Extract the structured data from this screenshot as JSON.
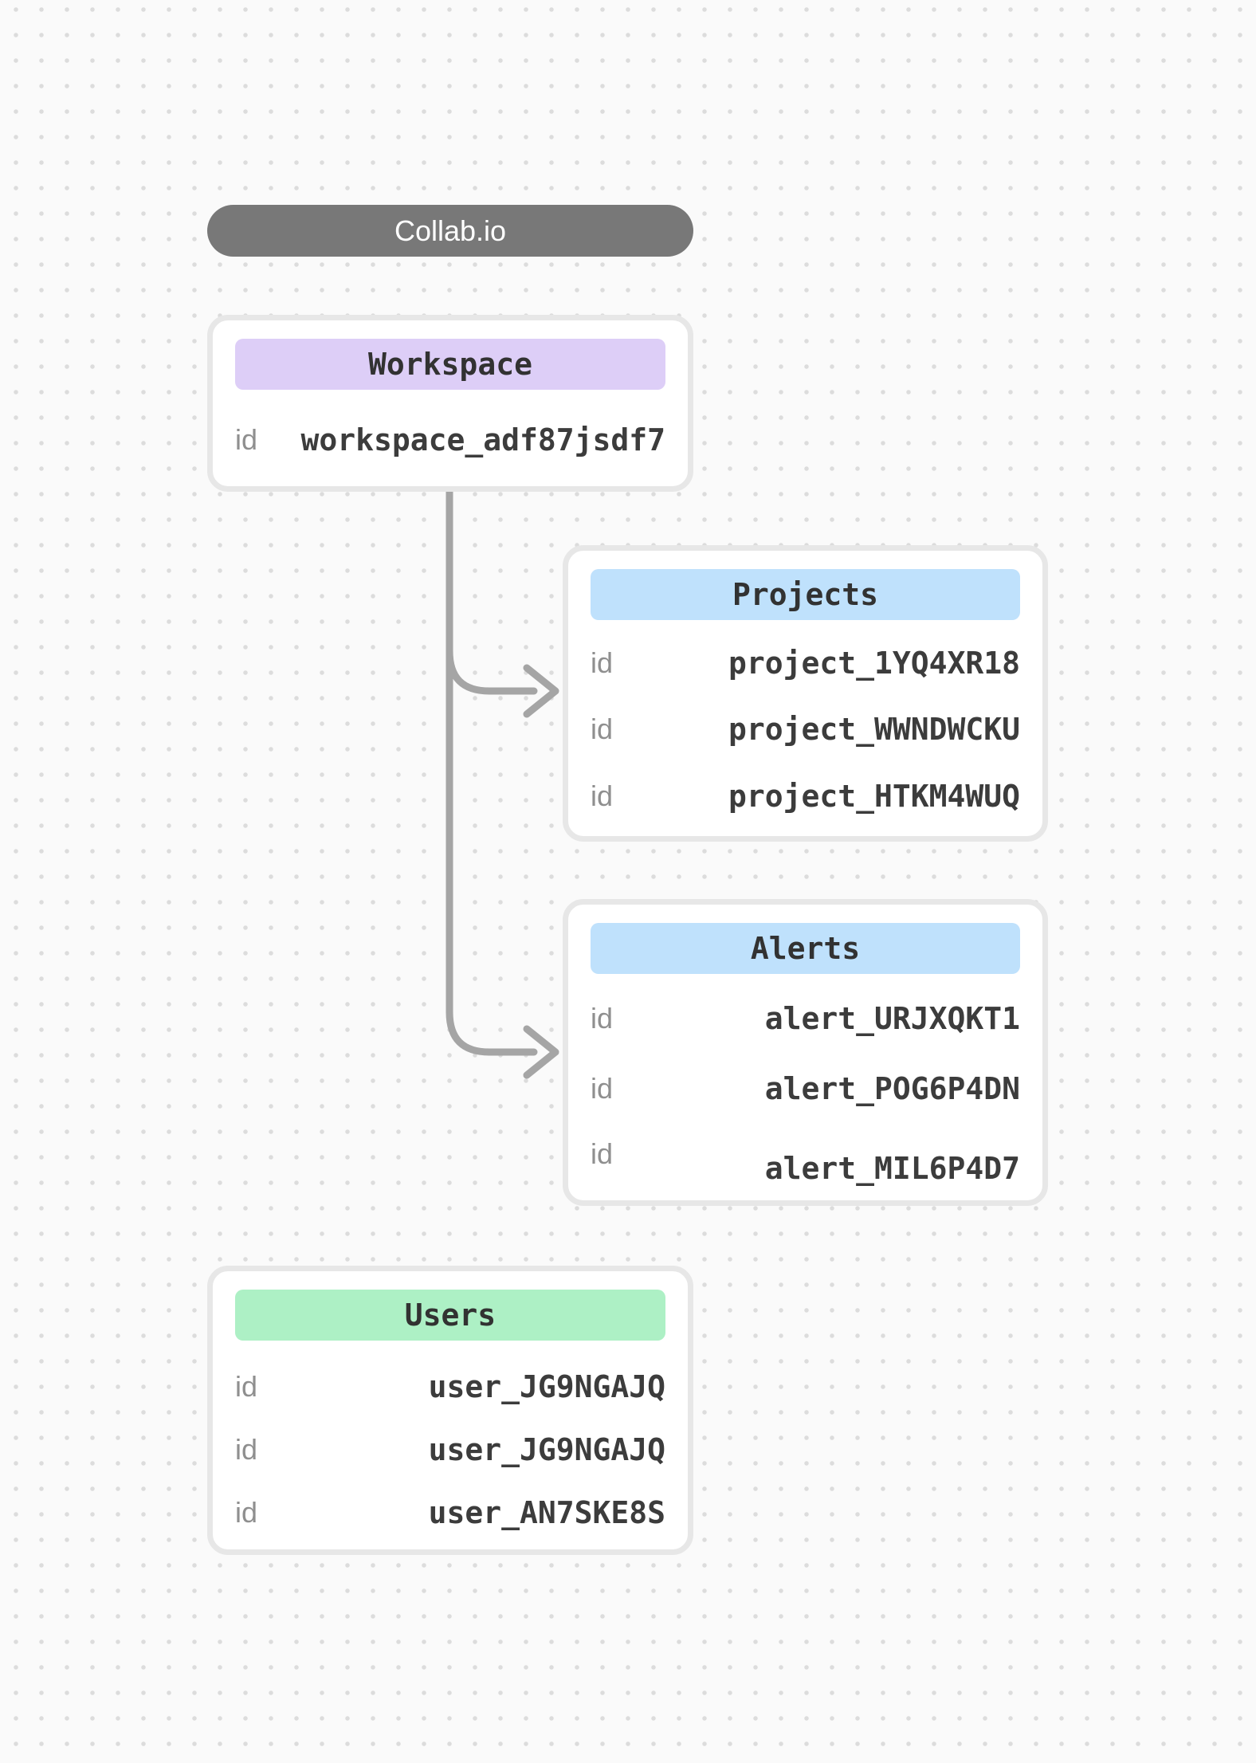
{
  "app": {
    "title": "Collab.io"
  },
  "colors": {
    "pill_background": "#787878",
    "workspace_header": "#ddcef7",
    "projects_header": "#bfe1fc",
    "alerts_header": "#bfe1fc",
    "users_header": "#adf0c5",
    "connector": "#a5a5a5",
    "card_border": "#e7e7e7",
    "value_text": "#3c3c3c",
    "label_text": "#8f8f8f"
  },
  "nodes": [
    {
      "title": "Workspace",
      "header_color": "#ddcef7",
      "rows": [
        {
          "label": "id",
          "value": "workspace_adf87jsdf7"
        }
      ]
    },
    {
      "title": "Projects",
      "header_color": "#bfe1fc",
      "rows": [
        {
          "label": "id",
          "value": "project_1YQ4XR18"
        },
        {
          "label": "id",
          "value": "project_WWNDWCKU"
        },
        {
          "label": "id",
          "value": "project_HTKM4WUQ"
        }
      ]
    },
    {
      "title": "Alerts",
      "header_color": "#bfe1fc",
      "rows": [
        {
          "label": "id",
          "value": "alert_URJXQKT1"
        },
        {
          "label": "id",
          "value": "alert_POG6P4DN"
        },
        {
          "label": "id",
          "value": "alert_MIL6P4D7"
        }
      ]
    },
    {
      "title": "Users",
      "header_color": "#adf0c5",
      "rows": [
        {
          "label": "id",
          "value": "user_JG9NGAJQ"
        },
        {
          "label": "id",
          "value": "user_JG9NGAJQ"
        },
        {
          "label": "id",
          "value": "user_AN7SKE8S"
        }
      ]
    }
  ],
  "edges": [
    {
      "from": "Workspace",
      "to": "Projects"
    },
    {
      "from": "Workspace",
      "to": "Alerts"
    }
  ]
}
